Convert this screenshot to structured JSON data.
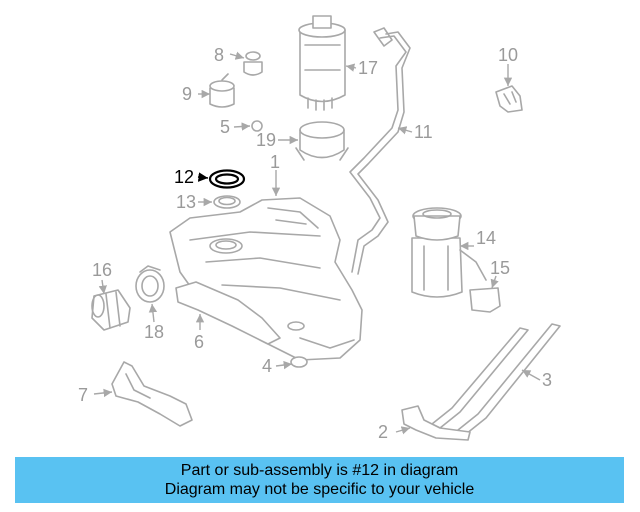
{
  "diagram": {
    "highlight_color": "#000000",
    "part_color": "#a8a8a8",
    "callouts": {
      "c1": "1",
      "c2": "2",
      "c3": "3",
      "c4": "4",
      "c5": "5",
      "c6": "6",
      "c7": "7",
      "c8": "8",
      "c9": "9",
      "c10": "10",
      "c11": "11",
      "c12": "12",
      "c13": "13",
      "c14": "14",
      "c15": "15",
      "c16": "16",
      "c17": "17",
      "c18": "18",
      "c19": "19"
    }
  },
  "banner": {
    "background": "#59c2f2",
    "line1": "Part or sub-assembly is #12 in diagram",
    "line2": "Diagram may not be specific to your vehicle"
  }
}
